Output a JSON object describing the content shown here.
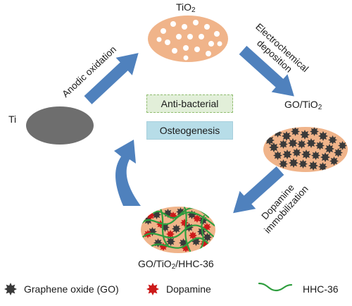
{
  "stages": {
    "ti": "Ti",
    "tio2_base": "TiO",
    "tio2_sub": "2",
    "go_tio2_prefix": "GO/TiO",
    "go_tio2_sub": "2",
    "final_a": "GO/TiO",
    "final_sub": "2",
    "final_b": "/HHC-36"
  },
  "processes": {
    "anodic": "Anodic oxidation",
    "electro_line1": "Electrochemical",
    "electro_line2": "deposition",
    "dopa_line1": "Dopamine",
    "dopa_line2": "immobilization"
  },
  "outcomes": {
    "antibacterial": "Anti-bacterial",
    "osteogenesis": "Osteogenesis"
  },
  "legend": {
    "go": "Graphene oxide (GO)",
    "dopamine": "Dopamine",
    "hhc": "HHC-36"
  },
  "colors": {
    "arrow": "#4f81bd",
    "ti_disc": "#6e6e6e",
    "tio2_disc": "#f0b48a",
    "go_star": "#3a3a3a",
    "dopamine_star": "#cc1a1a",
    "hhc_line": "#2e9e3e",
    "antibacterial_box": "#e2efd9",
    "osteogenesis_box": "#b7dde8"
  }
}
